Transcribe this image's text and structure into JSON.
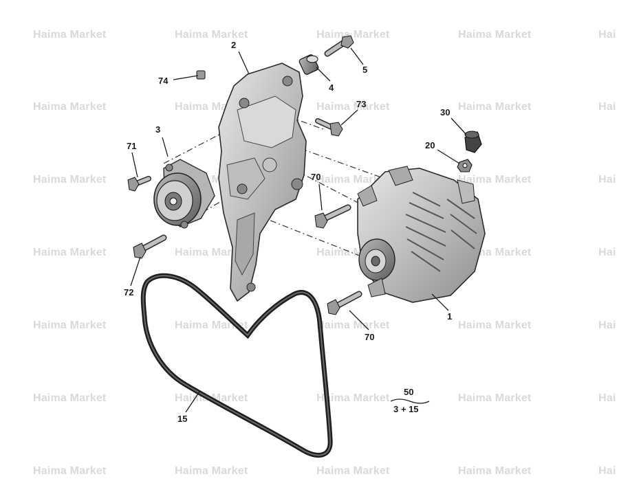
{
  "watermark": "Haima Market",
  "watermark_partial": "Hai",
  "callouts": {
    "c1": "1",
    "c2": "2",
    "c3": "3",
    "c4": "4",
    "c5": "5",
    "c15": "15",
    "c20": "20",
    "c30": "30",
    "c70a": "70",
    "c70b": "70",
    "c71": "71",
    "c72": "72",
    "c73": "73",
    "c74": "74"
  },
  "kit": {
    "number": "50",
    "contents": "3 + 15"
  },
  "colors": {
    "part_fill": "#cfcfcf",
    "part_shade": "#9a9a9a",
    "outline": "#2a2a2a",
    "belt": "#1e1e1e",
    "watermark": "#d9d9d9"
  }
}
